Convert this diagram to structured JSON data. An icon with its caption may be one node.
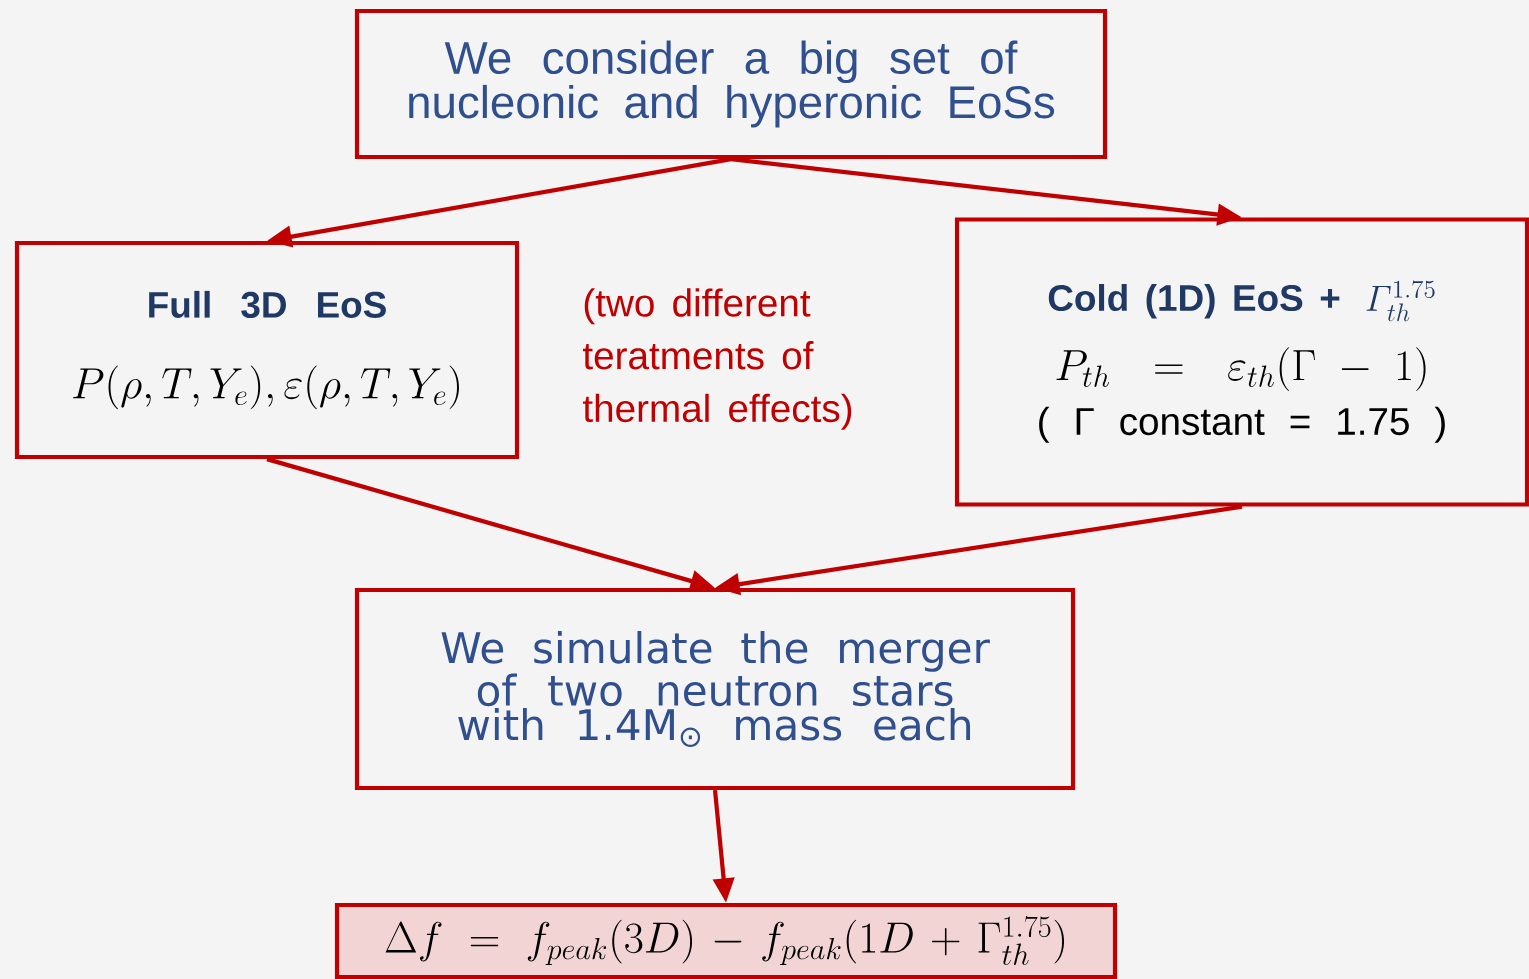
{
  "diagram": {
    "nodes": [
      {
        "text": [
          "We consider a  big set of nucleonic and hyperonic EoSs"
        ]
      },
      {
        "text": [
          "Full 3D EoS",
          "P(\\rho,T,Y_e),\\varepsilon(\\rho,T,Y_e)"
        ]
      },
      {
        "text": [
          "\\textbf{Cold (1D) EoS +}\\ \\varGamma_{th}^{1.75}",
          "P_{th} = \\varepsilon_{th}(\\Gamma - 1)",
          "( Γ constant = 1.75 )"
        ]
      },
      {
        "text": [
          "We simulate the merger of two neutron stars with 1.4M$_{⊙}$ mass each"
        ]
      },
      {
        "text": [
          "\\Delta f = f_{peak}(3D) - f_{peak}(1D + \\Gamma_{th}^{1.75})"
        ]
      }
    ],
    "edges": [
      {
        "from": 0,
        "to": 1,
        "arrow": "to"
      },
      {
        "from": 0,
        "to": 2,
        "arrow": "to"
      },
      {
        "from": 1,
        "to": 3,
        "arrow": "to"
      },
      {
        "from": 2,
        "to": 3,
        "arrow": "to"
      },
      {
        "from": 3,
        "to": 4,
        "arrow": "to"
      }
    ],
    "labels": [
      "(two different teratments of thermal effects)"
    ]
  }
}
